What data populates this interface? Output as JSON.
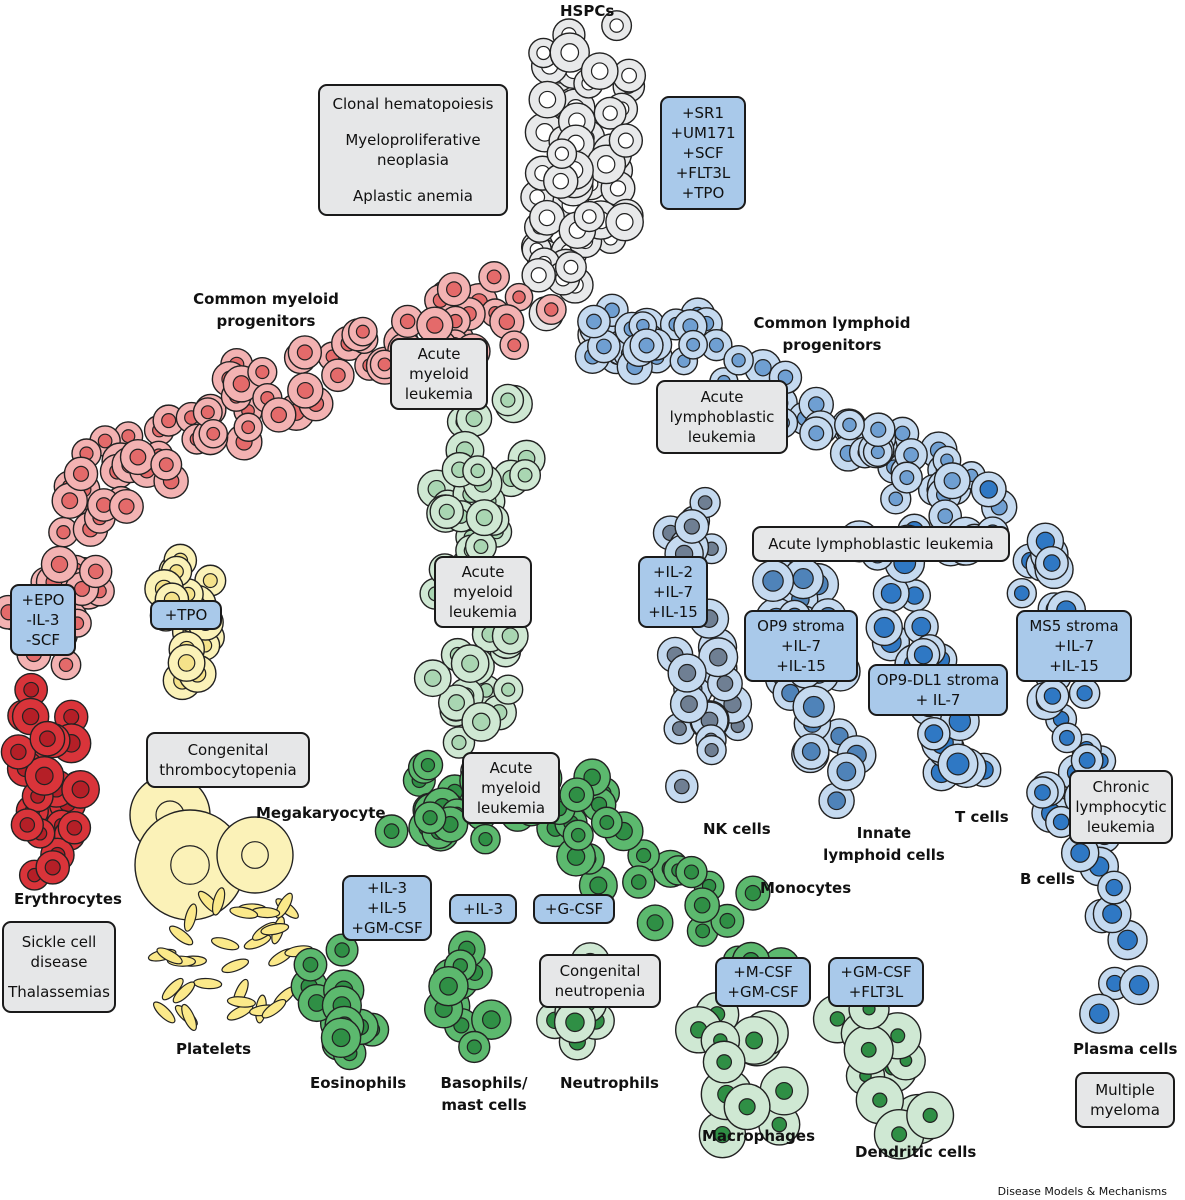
{
  "title": "HSPCs",
  "populations": {
    "cmp": "Common myeloid progenitors",
    "clp": "Common lymphoid progenitors",
    "erythrocytes": "Erythrocytes",
    "megakaryocyte": "Megakaryocyte",
    "platelets": "Platelets",
    "eosinophils": "Eosinophils",
    "basophils": "Basophils/ mast cells",
    "neutrophils": "Neutrophils",
    "monocytes": "Monocytes",
    "macrophages": "Macrophages",
    "dendritic": "Dendritic cells",
    "nk": "NK cells",
    "ilc": "Innate lymphoid cells",
    "tcells": "T cells",
    "bcells": "B cells",
    "plasma": "Plasma cells"
  },
  "disease_boxes": {
    "hspc": [
      "Clonal hematopoiesis",
      "Myeloproliferative",
      "neoplasia",
      "Aplastic anemia"
    ],
    "aml_top": [
      "Acute",
      "myeloid",
      "leukemia"
    ],
    "all_top": [
      "Acute",
      "lymphoblastic",
      "leukemia"
    ],
    "aml_mid": [
      "Acute",
      "myeloid",
      "leukemia"
    ],
    "all_wide": [
      "Acute lymphoblastic leukemia"
    ],
    "aml_low": [
      "Acute",
      "myeloid",
      "leukemia"
    ],
    "thrombo": [
      "Congenital",
      "thrombocytopenia"
    ],
    "sickle": [
      "Sickle cell",
      "disease",
      "Thalassemias"
    ],
    "neutropenia": [
      "Congenital",
      "neutropenia"
    ],
    "cll": [
      "Chronic",
      "lymphocytic",
      "leukemia"
    ],
    "myeloma": [
      "Multiple",
      "myeloma"
    ]
  },
  "factor_boxes": {
    "hspc": [
      "+SR1",
      "+UM171",
      "+SCF",
      "+FLT3L",
      "+TPO"
    ],
    "ery": [
      "+EPO",
      "-IL-3",
      "-SCF"
    ],
    "tpo": [
      "+TPO"
    ],
    "eos": [
      "+IL-3",
      "+IL-5",
      "+GM-CSF"
    ],
    "baso": [
      "+IL-3"
    ],
    "neut": [
      "+G-CSF"
    ],
    "mac": [
      "+M-CSF",
      "+GM-CSF"
    ],
    "dc": [
      "+GM-CSF",
      "+FLT3L"
    ],
    "nk": [
      "+IL-2",
      "+IL-7",
      "+IL-15"
    ],
    "op9": [
      "OP9 stroma",
      "+IL-7",
      "+IL-15"
    ],
    "op9dl1": [
      "OP9-DL1 stroma",
      "+ IL-7"
    ],
    "ms5": [
      "MS5 stroma",
      "+IL-7",
      "+IL-15"
    ]
  },
  "colors": {
    "hspc": "#e8e9ea",
    "myeloid": "#f3b2b2",
    "erythro": "#d9343a",
    "mega": "#fbf2b8",
    "gran_prog": "#cfe8d3",
    "gran": "#5cb96e",
    "lymphoid": "#c5daf0",
    "lymphoid_nuc": "#6f9fd2",
    "t_nuc": "#2f78c4",
    "nk_nuc": "#6f7f93",
    "grey_box": "#e6e7e8",
    "blue_box": "#a9c9ea"
  },
  "credit": "Disease Models & Mechanisms"
}
